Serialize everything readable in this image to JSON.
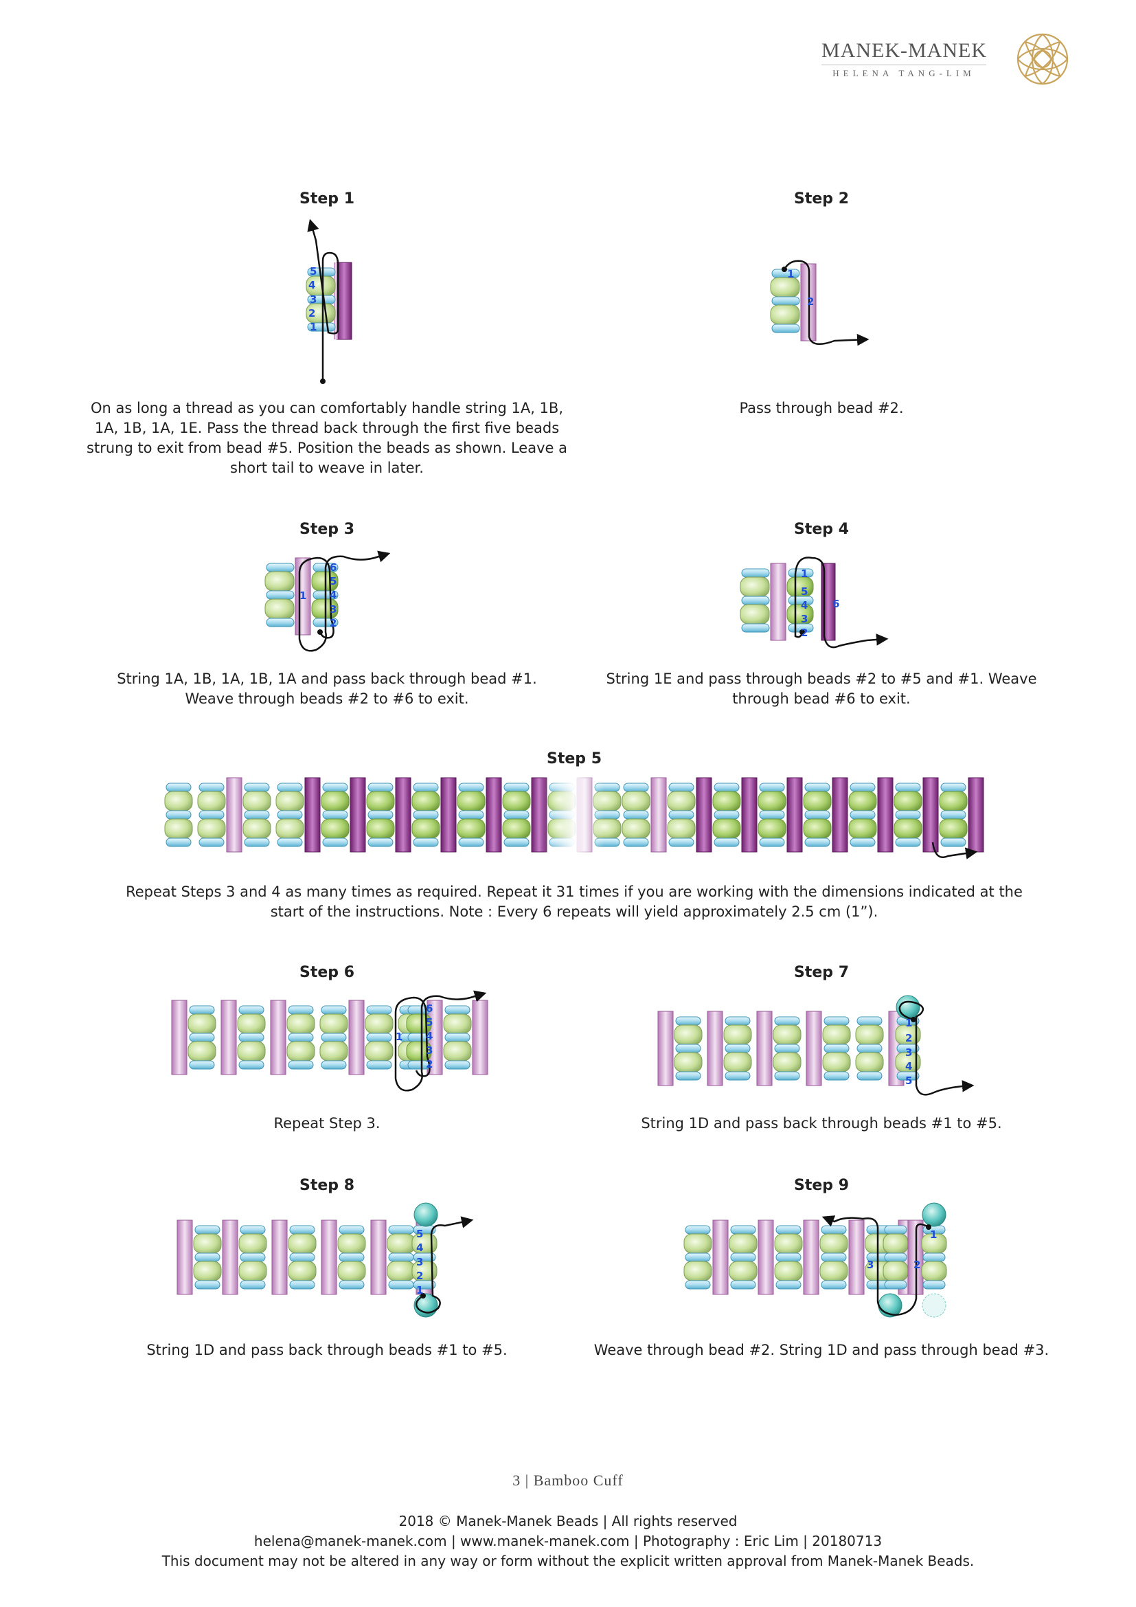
{
  "header": {
    "brand_name": "MANEK-MANEK",
    "brand_sub": "HELENA TANG-LIM",
    "logo_icon": "knot-rosette-icon",
    "logo_color": "#c9a45c"
  },
  "colors": {
    "seed_bead": "#cfe4a8",
    "seed_stroke": "#8fae63",
    "drop_bead": "#bfe6f2",
    "drop_stroke": "#5ab0d0",
    "bugle_light": "#d9b6d9",
    "bugle_dark": "#8a3a8a",
    "round_bead": "#5cc7c0",
    "number_color": "#1f4fd8"
  },
  "steps": [
    {
      "label": "Step 1",
      "caption": "On as long a thread as you can comfortably handle string 1A, 1B, 1A, 1B, 1A, 1E. Pass the thread back through the first five beads strung to exit from bead #5. Position the beads as shown. Leave a short tail to weave in later.",
      "numbers": [
        "5",
        "4",
        "3",
        "2",
        "1"
      ]
    },
    {
      "label": "Step 2",
      "caption": "Pass through bead #2.",
      "numbers": [
        "1",
        "2"
      ]
    },
    {
      "label": "Step 3",
      "caption": "String 1A, 1B, 1A, 1B, 1A and pass back through bead #1. Weave through beads #2 to #6 to exit.",
      "numbers": [
        "1",
        "6",
        "5",
        "4",
        "3",
        "2"
      ]
    },
    {
      "label": "Step 4",
      "caption": "String 1E and pass through beads #2 to #5 and #1. Weave through bead #6 to exit.",
      "numbers": [
        "1",
        "5",
        "4",
        "3",
        "2",
        "6"
      ]
    },
    {
      "label": "Step 5",
      "caption": "Repeat Steps 3 and 4 as many times as required. Repeat it 31 times if you are working with the dimensions indicated at the start of the instructions. Note : Every 6 repeats will yield approximately 2.5 cm (1”)."
    },
    {
      "label": "Step 6",
      "caption": "Repeat Step 3.",
      "numbers": [
        "1",
        "6",
        "5",
        "4",
        "3",
        "2"
      ]
    },
    {
      "label": "Step 7",
      "caption": "String 1D and pass back through beads #1 to #5.",
      "numbers": [
        "1",
        "2",
        "3",
        "4",
        "5"
      ]
    },
    {
      "label": "Step 8",
      "caption": "String 1D and pass back through beads #1 to #5.",
      "numbers": [
        "5",
        "4",
        "3",
        "2",
        "1"
      ]
    },
    {
      "label": "Step 9",
      "caption": "Weave through bead #2. String 1D and pass through bead #3.",
      "numbers": [
        "3",
        "2",
        "1"
      ]
    }
  ],
  "footer": {
    "page_title": "3 | Bamboo Cuff",
    "copyright": "2018 © Manek-Manek Beads | All rights reserved",
    "contact": "helena@manek-manek.com | www.manek-manek.com | Photography : Eric Lim | 20180713",
    "notice": "This document may not be altered in any way or form without the explicit written approval from Manek-Manek Beads."
  }
}
